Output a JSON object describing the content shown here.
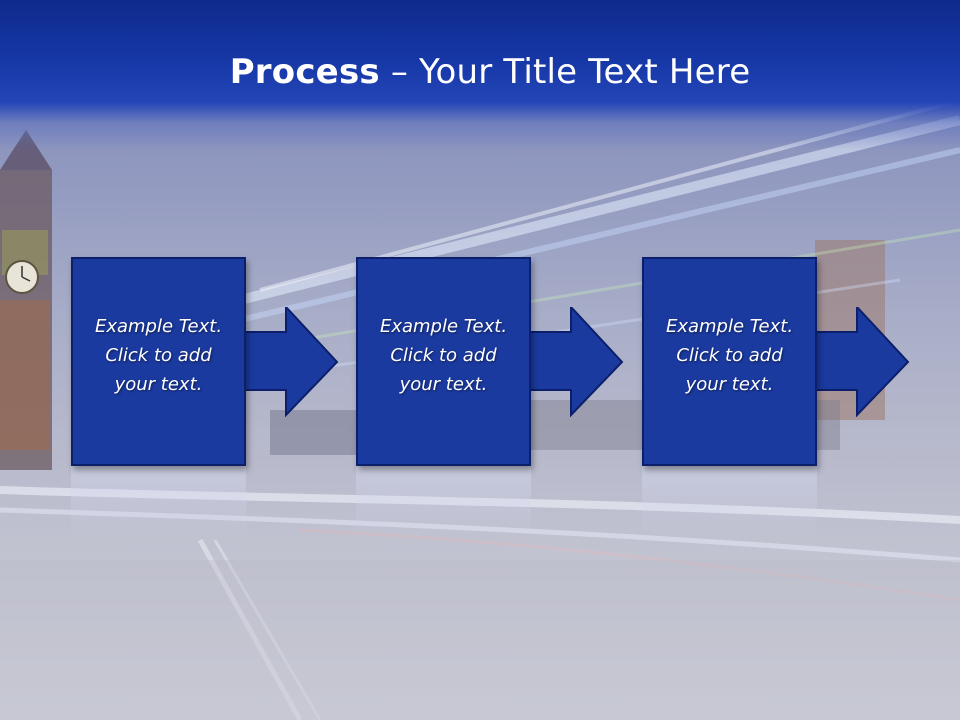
{
  "title": {
    "bold": "Process",
    "rest": " – Your Title Text Here"
  },
  "steps": [
    {
      "text": "Example Text.\nClick  to add\nyour text."
    },
    {
      "text": "Example Text.\nClick  to add\nyour text."
    },
    {
      "text": "Example Text.\nClick  to add\nyour text."
    }
  ],
  "colors": {
    "title_bar": "#1637a6",
    "box_fill": "#1b3aa0",
    "box_border": "#0b1f6a",
    "text": "#ffffff"
  }
}
